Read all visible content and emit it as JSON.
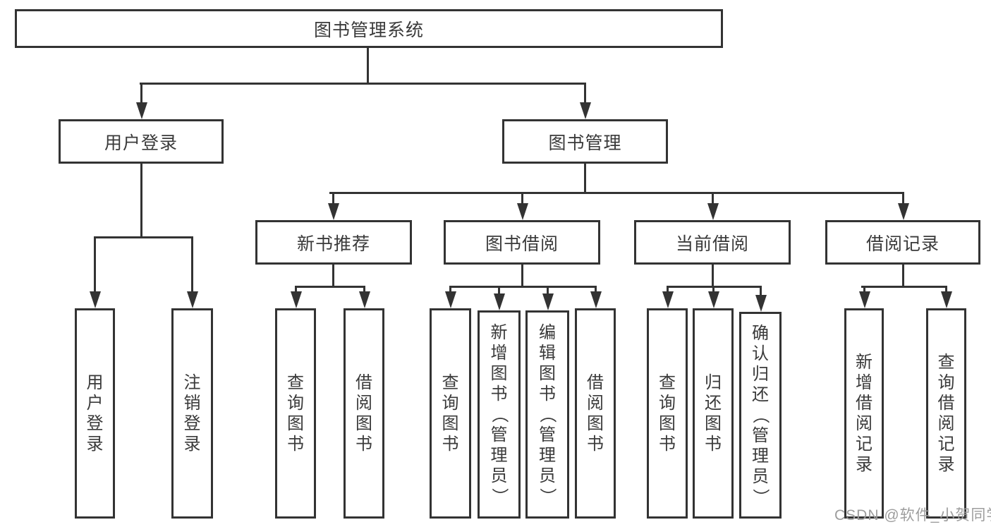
{
  "diagram": {
    "title": "图书管理系统",
    "tree": {
      "label": "图书管理系统",
      "children": [
        {
          "label": "用户登录",
          "children": [
            {
              "label": "用户登录"
            },
            {
              "label": "注销登录"
            }
          ]
        },
        {
          "label": "图书管理",
          "children": [
            {
              "label": "新书推荐",
              "children": [
                {
                  "label": "查询图书"
                },
                {
                  "label": "借阅图书"
                }
              ]
            },
            {
              "label": "图书借阅",
              "children": [
                {
                  "label": "查询图书"
                },
                {
                  "label": "新增图书（管理员）"
                },
                {
                  "label": "编辑图书（管理员）"
                },
                {
                  "label": "借阅图书"
                }
              ]
            },
            {
              "label": "当前借阅",
              "children": [
                {
                  "label": "查询图书"
                },
                {
                  "label": "归还图书"
                },
                {
                  "label": "确认归还（管理员）"
                }
              ]
            },
            {
              "label": "借阅记录",
              "children": [
                {
                  "label": "新增借阅记录"
                },
                {
                  "label": "查询借阅记录"
                }
              ]
            }
          ]
        }
      ]
    }
  },
  "nodes": {
    "root": "图书管理系统",
    "user_login": "用户登录",
    "book_management": "图书管理",
    "new_book_recommend": "新书推荐",
    "book_borrow": "图书借阅",
    "current_borrow": "当前借阅",
    "borrow_records": "借阅记录",
    "user_login_leaf": "用户登录",
    "logout_leaf": "注销登录",
    "nb_query_books": "查询图书",
    "nb_borrow_books": "借阅图书",
    "bb_query_books": "查询图书",
    "bb_add_books_admin": "新增图书（管理员）",
    "bb_edit_books_admin": "编辑图书（管理员）",
    "bb_borrow_books": "借阅图书",
    "cb_query_books": "查询图书",
    "cb_return_books": "归还图书",
    "cb_confirm_return_admin": "确认归还（管理员）",
    "br_add_record": "新增借阅记录",
    "br_query_record": "查询借阅记录"
  },
  "colors": {
    "line": "#333333",
    "text": "#3a3a3a",
    "watermark": "#9d9d9d",
    "background": "#ffffff"
  },
  "watermark": "CSDN @软件_小贺同学"
}
